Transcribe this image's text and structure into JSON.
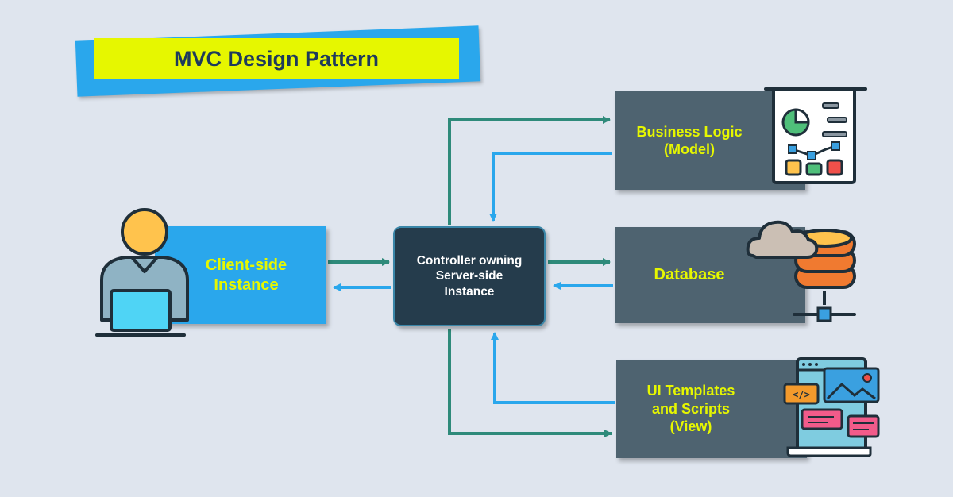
{
  "title": "MVC Design Pattern",
  "nodes": {
    "client": {
      "label": "Client-side\nInstance"
    },
    "controller": {
      "label": "Controller owning\nServer-side\nInstance"
    },
    "model": {
      "label": "Business Logic\n(Model)"
    },
    "database": {
      "label": "Database"
    },
    "view": {
      "label": "UI Templates\nand Scripts\n(View)"
    }
  },
  "colors": {
    "background": "#dfe5ee",
    "banner_yellow": "#e6f700",
    "banner_blue": "#2aa7ec",
    "title_text": "#1e3a5c",
    "client_box": "#2aa7ec",
    "controller_box": "#253c4c",
    "side_box": "#4e6370",
    "arrow_green": "#2e8a7a",
    "arrow_blue": "#2aa7ec",
    "label_yellow": "#e6f700"
  },
  "icons": {
    "client": "user-laptop-icon",
    "model": "presentation-chart-icon",
    "database": "cloud-database-icon",
    "view": "code-templates-icon"
  }
}
